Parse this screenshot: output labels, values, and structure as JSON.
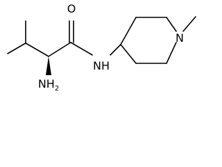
{
  "structure": {
    "atoms": {
      "carbonyl_oxygen": "O",
      "amide_nitrogen": "NH",
      "ring_nitrogen": "N",
      "amino_group": {
        "main": "NH",
        "subscript": "2"
      }
    },
    "bond_color": "#000000",
    "background": "#ffffff"
  }
}
